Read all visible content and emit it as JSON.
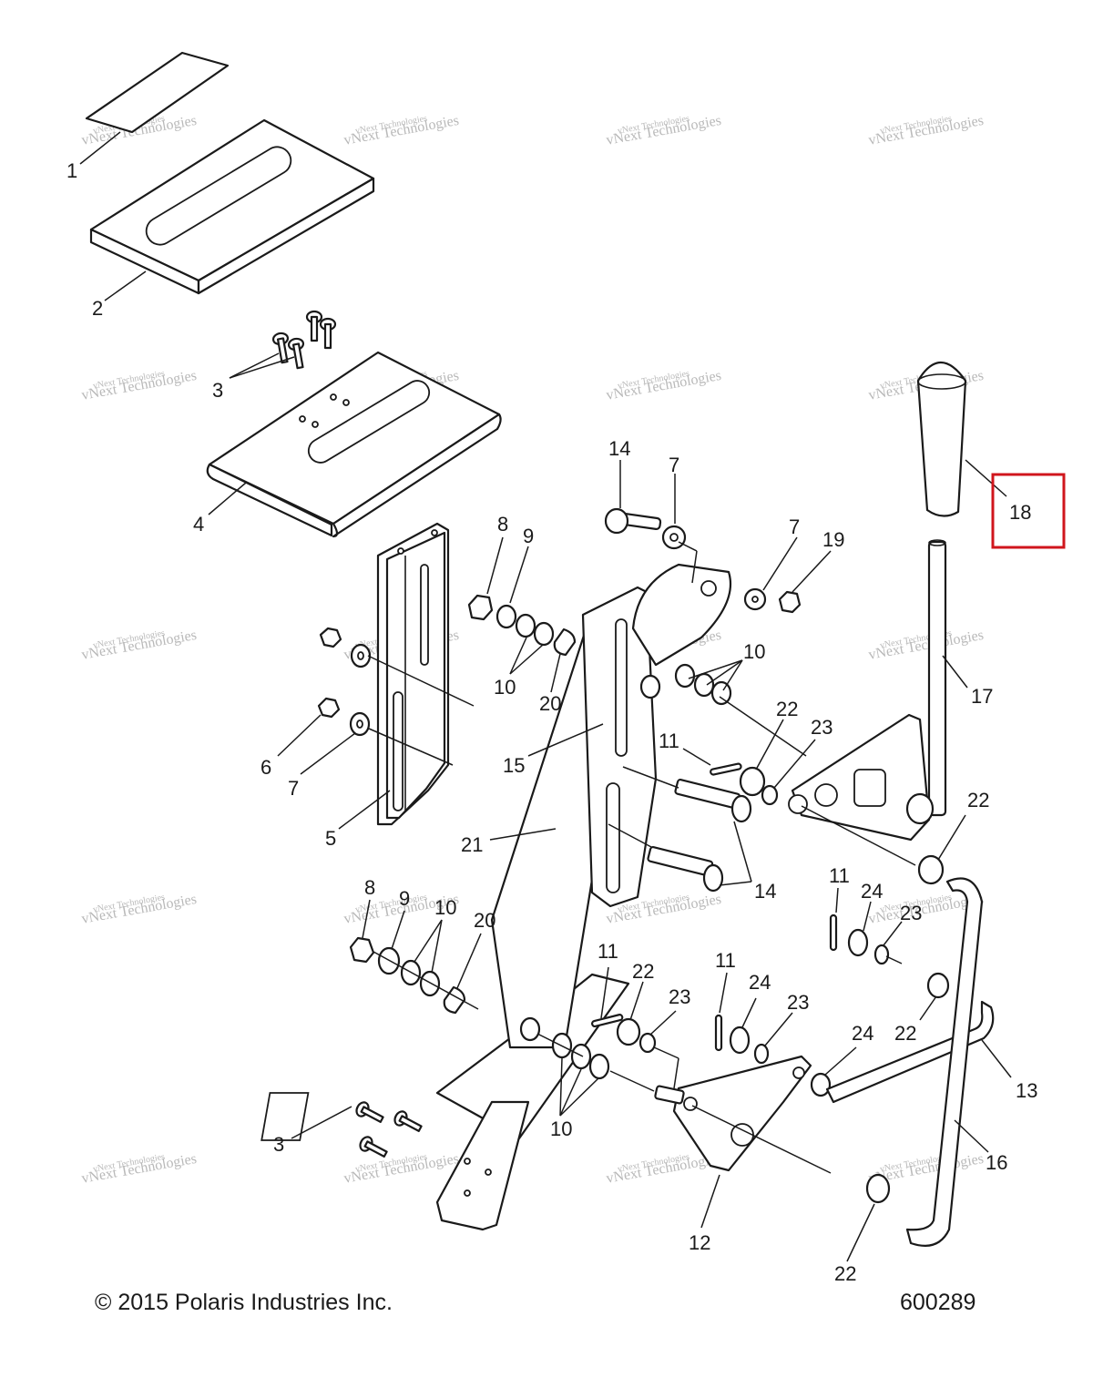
{
  "watermark": {
    "line1": "vNext Technologies",
    "line2": "vNext Technologies"
  },
  "callouts": [
    {
      "id": "c1",
      "label": "1"
    },
    {
      "id": "c2",
      "label": "2"
    },
    {
      "id": "c3a",
      "label": "3"
    },
    {
      "id": "c4",
      "label": "4"
    },
    {
      "id": "c14a",
      "label": "14"
    },
    {
      "id": "c7a",
      "label": "7"
    },
    {
      "id": "c7b",
      "label": "7"
    },
    {
      "id": "c19",
      "label": "19"
    },
    {
      "id": "c18",
      "label": "18"
    },
    {
      "id": "c8a",
      "label": "8"
    },
    {
      "id": "c9a",
      "label": "9"
    },
    {
      "id": "c10a",
      "label": "10"
    },
    {
      "id": "c20a",
      "label": "20"
    },
    {
      "id": "c10b",
      "label": "10"
    },
    {
      "id": "c17",
      "label": "17"
    },
    {
      "id": "c22a",
      "label": "22"
    },
    {
      "id": "c23a",
      "label": "23"
    },
    {
      "id": "c11a",
      "label": "11"
    },
    {
      "id": "c15",
      "label": "15"
    },
    {
      "id": "c6",
      "label": "6"
    },
    {
      "id": "c7c",
      "label": "7"
    },
    {
      "id": "c5",
      "label": "5"
    },
    {
      "id": "c21",
      "label": "21"
    },
    {
      "id": "c14b",
      "label": "14"
    },
    {
      "id": "c22b",
      "label": "22"
    },
    {
      "id": "c11b",
      "label": "11"
    },
    {
      "id": "c24a",
      "label": "24"
    },
    {
      "id": "c23b",
      "label": "23"
    },
    {
      "id": "c8b",
      "label": "8"
    },
    {
      "id": "c9b",
      "label": "9"
    },
    {
      "id": "c10c",
      "label": "10"
    },
    {
      "id": "c20b",
      "label": "20"
    },
    {
      "id": "c11c",
      "label": "11"
    },
    {
      "id": "c22c",
      "label": "22"
    },
    {
      "id": "c23c",
      "label": "23"
    },
    {
      "id": "c11d",
      "label": "11"
    },
    {
      "id": "c24b",
      "label": "24"
    },
    {
      "id": "c23d",
      "label": "23"
    },
    {
      "id": "c24c",
      "label": "24"
    },
    {
      "id": "c22d",
      "label": "22"
    },
    {
      "id": "c13",
      "label": "13"
    },
    {
      "id": "c3b",
      "label": "3"
    },
    {
      "id": "c10d",
      "label": "10"
    },
    {
      "id": "c16",
      "label": "16"
    },
    {
      "id": "c12",
      "label": "12"
    },
    {
      "id": "c22e",
      "label": "22"
    }
  ],
  "highlight": {
    "part": "18",
    "color": "#d0161c"
  },
  "footer": {
    "copyright": "© 2015 Polaris Industries Inc.",
    "drawing_number": "600289"
  }
}
